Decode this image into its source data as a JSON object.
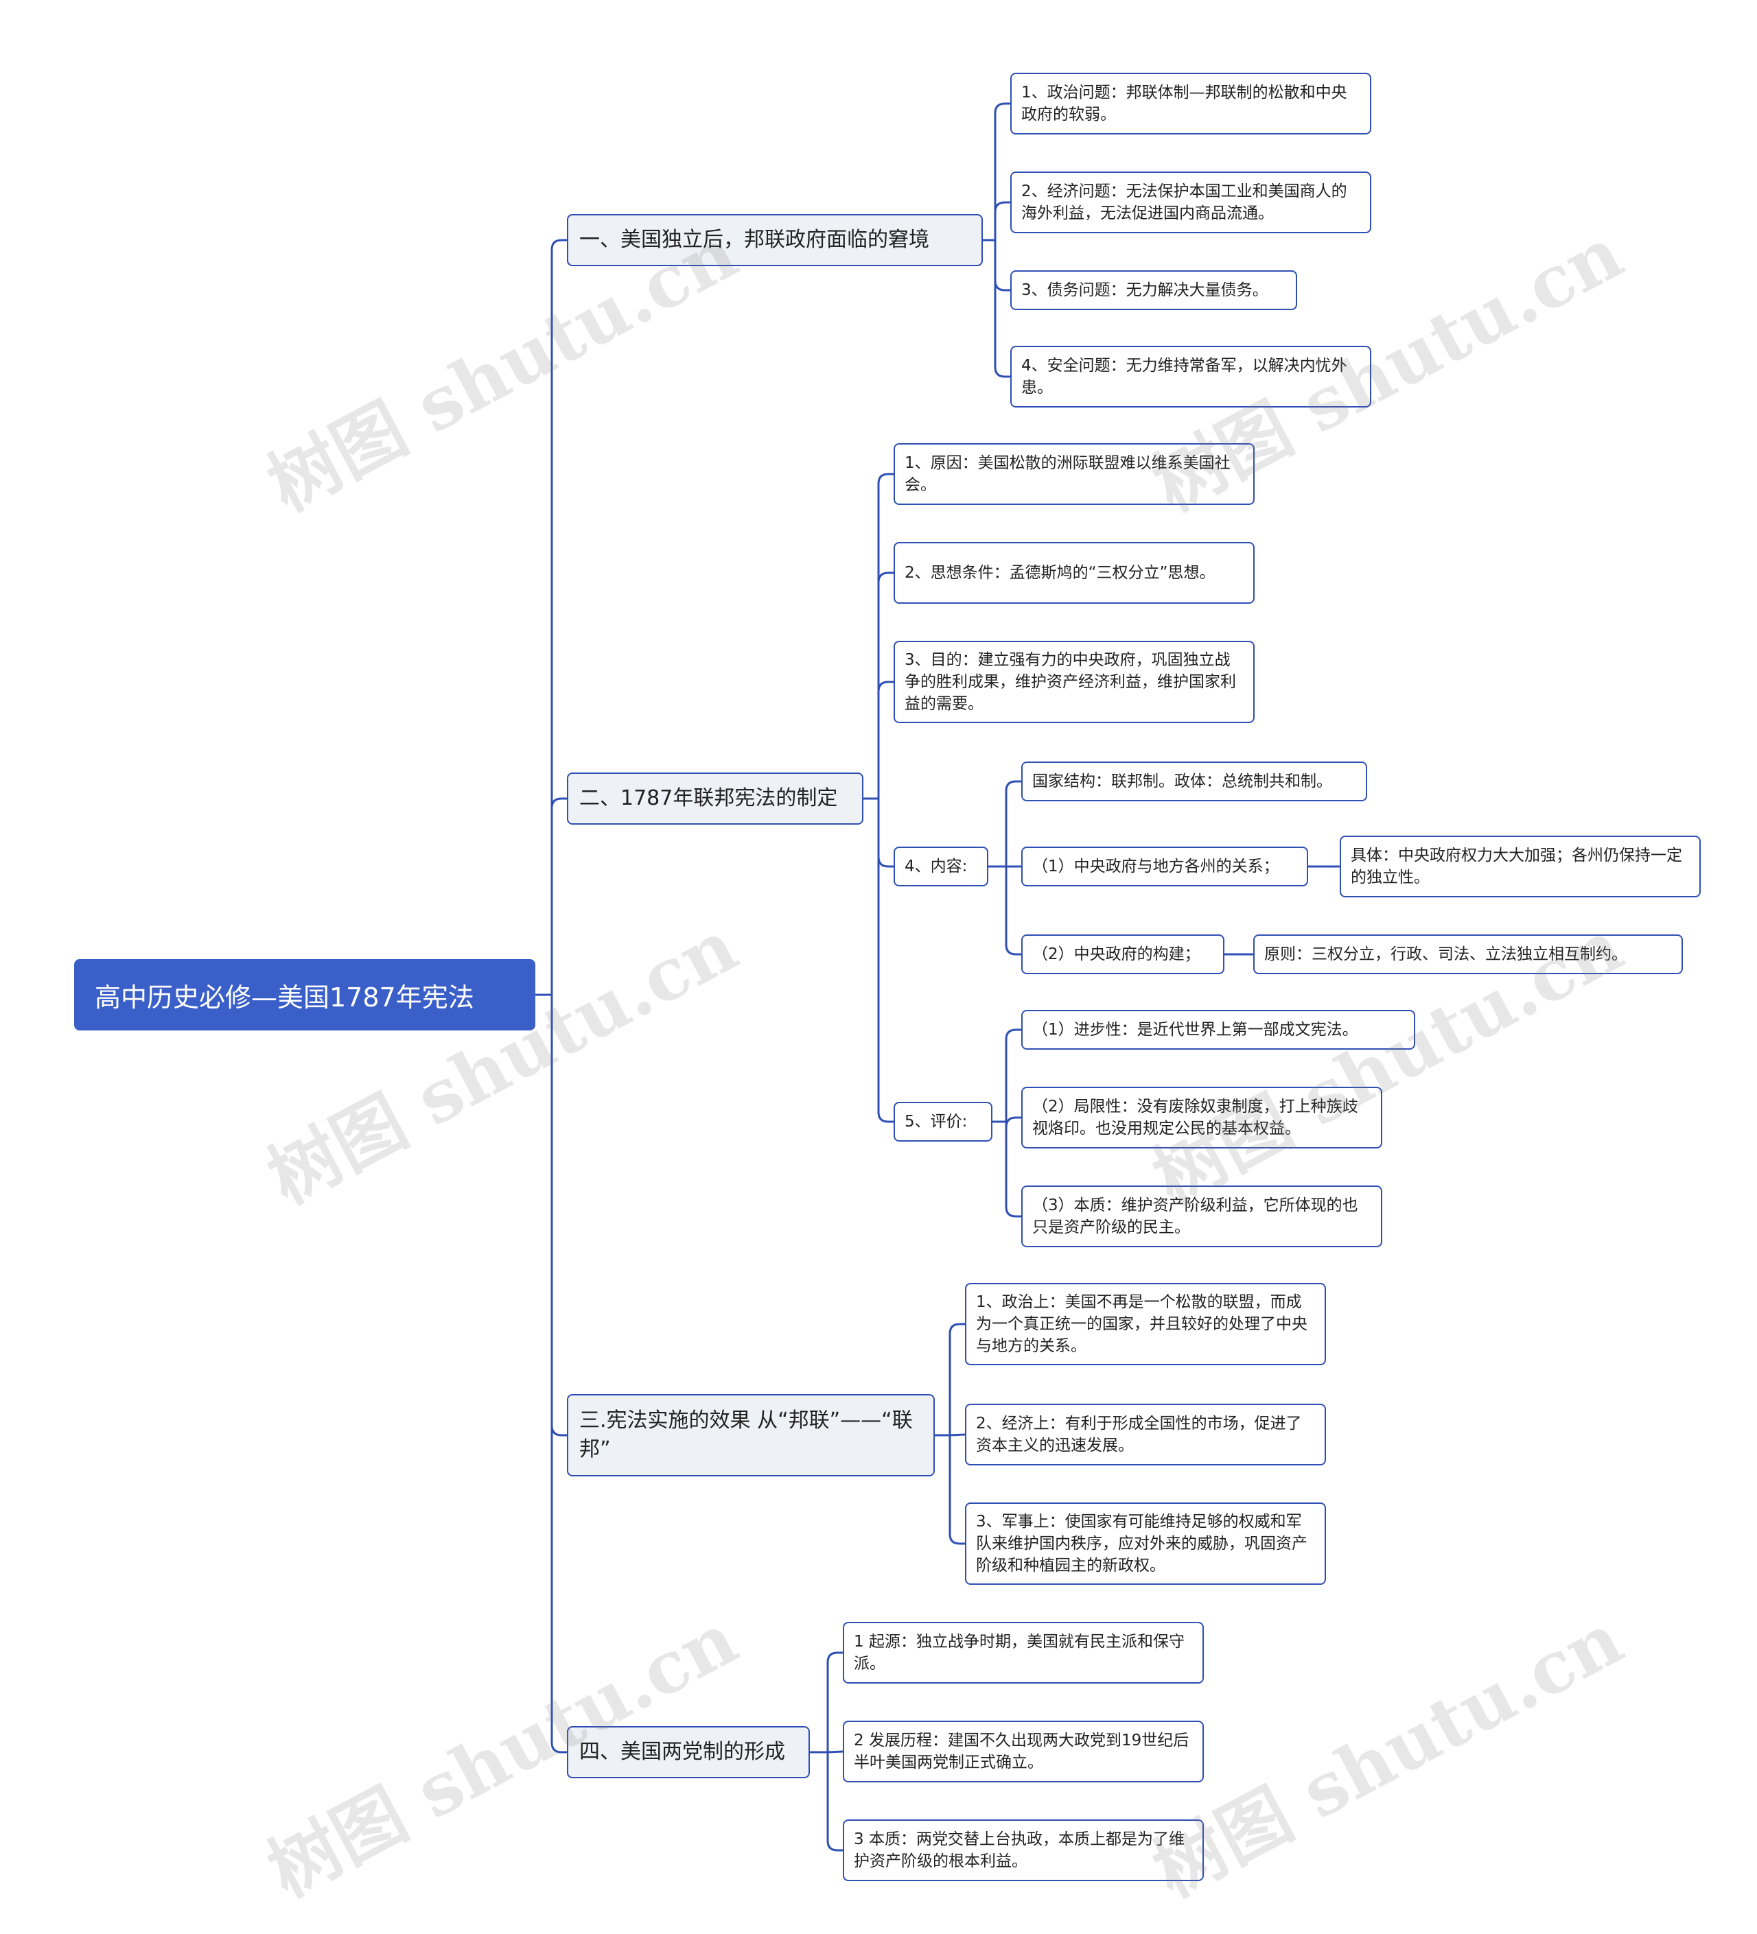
{
  "root": {
    "label": "高中历史必修—美国1787年宪法"
  },
  "colors": {
    "root_fill": "#3a5fc8",
    "line": "#2f4fb5",
    "branch_fill": "#eef1f5"
  },
  "branches": [
    {
      "label": "一、美国独立后，邦联政府面临的窘境",
      "children": [
        {
          "label": "1、政治问题：邦联体制—邦联制的松散和中央政府的软弱。"
        },
        {
          "label": "2、经济问题：无法保护本国工业和美国商人的海外利益，无法促进国内商品流通。"
        },
        {
          "label": "3、债务问题：无力解决大量债务。"
        },
        {
          "label": "4、安全问题：无力维持常备军，以解决内忧外患。"
        }
      ]
    },
    {
      "label": "二、1787年联邦宪法的制定",
      "children": [
        {
          "label": "1、原因：美国松散的洲际联盟难以维系美国社会。"
        },
        {
          "label": "2、思想条件：孟德斯鸠的“三权分立”思想。"
        },
        {
          "label": "3、目的：建立强有力的中央政府，巩固独立战争的胜利成果，维护资产经济利益，维护国家利益的需要。"
        },
        {
          "label": "4、内容:",
          "children": [
            {
              "label": "国家结构：联邦制。政体：总统制共和制。"
            },
            {
              "label": "（1）中央政府与地方各州的关系；",
              "children": [
                {
                  "label": "具体：中央政府权力大大加强；各州仍保持一定的独立性。"
                }
              ]
            },
            {
              "label": "（2）中央政府的构建；",
              "children": [
                {
                  "label": "原则：三权分立，行政、司法、立法独立相互制约。"
                }
              ]
            }
          ]
        },
        {
          "label": "5、评价:",
          "children": [
            {
              "label": "（1）进步性：是近代世界上第一部成文宪法。"
            },
            {
              "label": "（2）局限性：没有废除奴隶制度，打上种族歧视烙印。也没用规定公民的基本权益。"
            },
            {
              "label": "（3）本质：维护资产阶级利益，它所体现的也只是资产阶级的民主。"
            }
          ]
        }
      ]
    },
    {
      "label": "三.宪法实施的效果  从“邦联”——“联邦”",
      "children": [
        {
          "label": "1、政治上：美国不再是一个松散的联盟，而成为一个真正统一的国家，并且较好的处理了中央与地方的关系。"
        },
        {
          "label": "2、经济上：有利于形成全国性的市场，促进了资本主义的迅速发展。"
        },
        {
          "label": "3、军事上：使国家有可能维持足够的权威和军队来维护国内秩序，应对外来的威胁，巩固资产阶级和种植园主的新政权。"
        }
      ]
    },
    {
      "label": "四、美国两党制的形成",
      "children": [
        {
          "label": "1 起源：独立战争时期，美国就有民主派和保守派。"
        },
        {
          "label": "2 发展历程：建国不久出现两大政党到19世纪后半叶美国两党制正式确立。"
        },
        {
          "label": "3 本质：两党交替上台执政，本质上都是为了维护资产阶级的根本利益。"
        }
      ]
    }
  ],
  "watermark": {
    "text": "树图 shutu.cn"
  }
}
